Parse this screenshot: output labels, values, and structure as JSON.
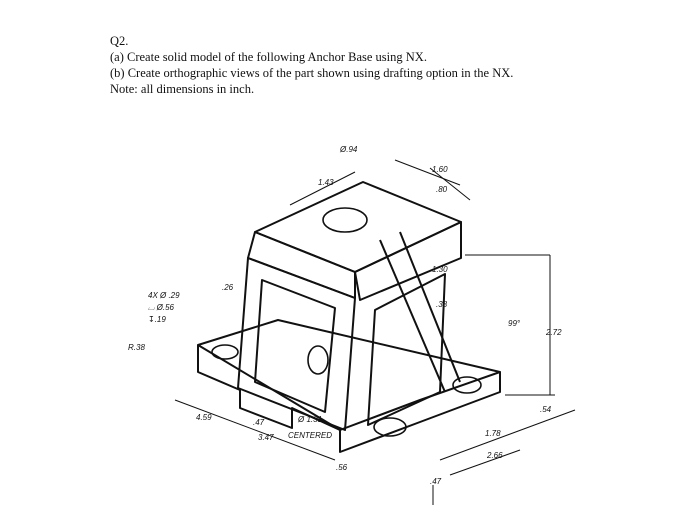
{
  "question": {
    "number": "Q2.",
    "part_a": "(a) Create solid model of the following Anchor Base using NX.",
    "part_b": "(b) Create orthographic views of the part shown using drafting option in the NX.",
    "note": "Note:  all dimensions in inch."
  },
  "dimensions": {
    "top_hole_dia": "Ø.94",
    "top_length": "1.43",
    "right_offset": "1.60",
    "right_half": ".80",
    "slot_width": "1.30",
    "rib_thickness": ".38",
    "overall_height": "2.72",
    "angle": "99°",
    "corner_radius": ".26",
    "holes_count_dia": "4X Ø .29",
    "counterbore": "⌴ Ø.56",
    "cbore_depth": "↧.19",
    "fillet_radius": "R.38",
    "center_hole_dia": "Ø 1.31",
    "centered_label": "CENTERED",
    "base_length": "4.59",
    "base_offset": "3.47",
    "hole_offset_left": ".47",
    "front_thickness": ".56",
    "base_height": ".54",
    "base_depth_1": "1.78",
    "base_depth_2": "2.66",
    "hole_offset_front": ".47"
  }
}
